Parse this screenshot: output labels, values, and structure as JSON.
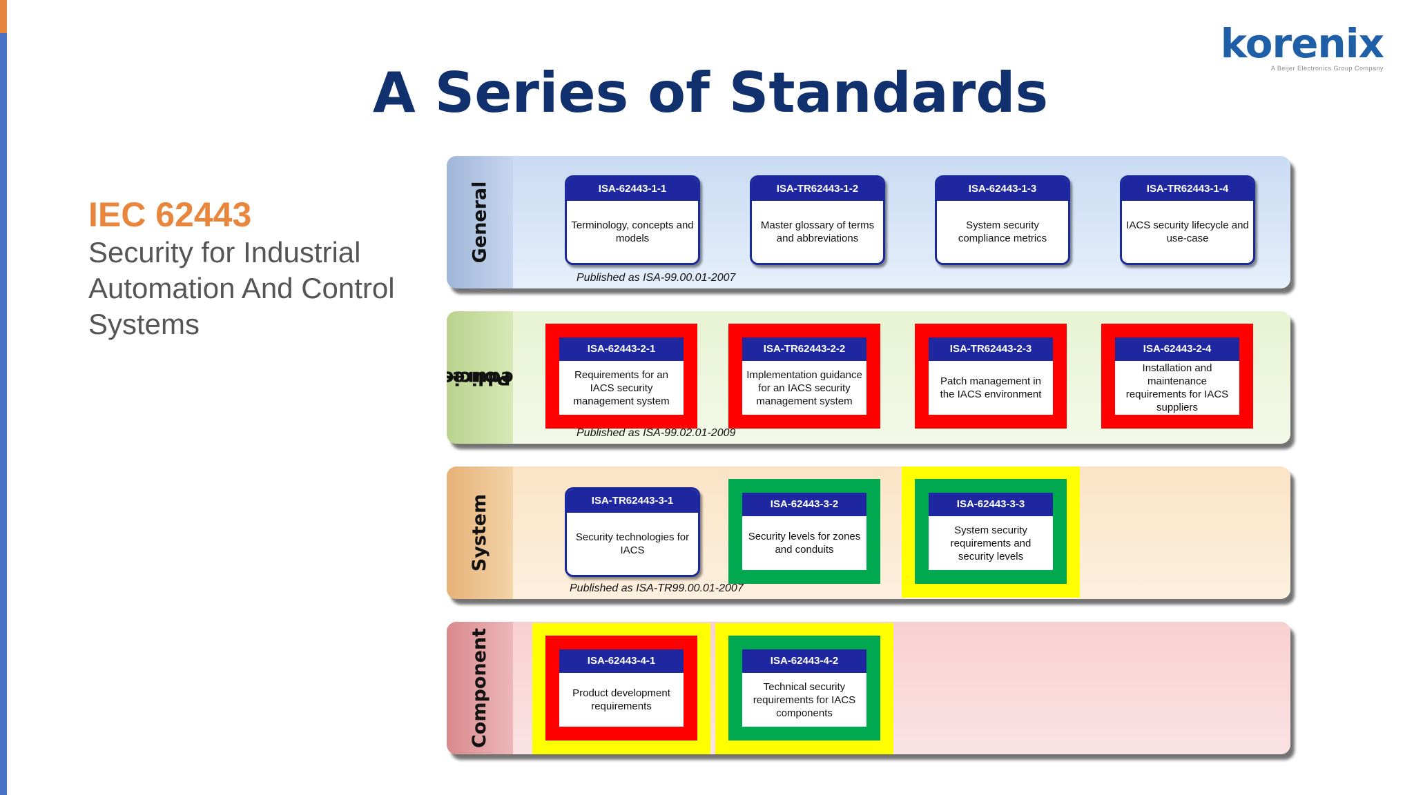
{
  "logo": {
    "name": "korenix",
    "tagline": "A Beijer Electronics Group Company"
  },
  "title": "A Series of Standards",
  "sidebar": {
    "heading": "IEC 62443",
    "subtitle": "Security for Industrial Automation And Control Systems"
  },
  "bands": {
    "general": {
      "label": "General",
      "published": "Published as ISA-99.00.01-2007",
      "cards": [
        {
          "code": "ISA-62443-1-1",
          "desc": "Terminology, concepts and models"
        },
        {
          "code": "ISA-TR62443-1-2",
          "desc": "Master glossary of terms and abbreviations"
        },
        {
          "code": "ISA-62443-1-3",
          "desc": "System security compliance metrics"
        },
        {
          "code": "ISA-TR62443-1-4",
          "desc": "IACS security lifecycle and use-case"
        }
      ]
    },
    "policies": {
      "label_line1": "Policies &",
      "label_line2": "procedures",
      "published": "Published as ISA-99.02.01-2009",
      "cards": [
        {
          "code": "ISA-62443-2-1",
          "desc": "Requirements for an IACS security management system"
        },
        {
          "code": "ISA-TR62443-2-2",
          "desc": "Implementation guidance for an IACS security management system"
        },
        {
          "code": "ISA-TR62443-2-3",
          "desc": "Patch management in the IACS environment"
        },
        {
          "code": "ISA-62443-2-4",
          "desc": "Installation and maintenance requirements for IACS suppliers"
        }
      ]
    },
    "system": {
      "label": "System",
      "published": "Published as ISA-TR99.00.01-2007",
      "cards": [
        {
          "code": "ISA-TR62443-3-1",
          "desc": "Security technologies for IACS"
        },
        {
          "code": "ISA-62443-3-2",
          "desc": "Security levels for zones and conduits"
        },
        {
          "code": "ISA-62443-3-3",
          "desc": "System security requirements and security levels"
        }
      ]
    },
    "component": {
      "label": "Component",
      "cards": [
        {
          "code": "ISA-62443-4-1",
          "desc": "Product development requirements"
        },
        {
          "code": "ISA-62443-4-2",
          "desc": "Technical security requirements for IACS components"
        }
      ]
    }
  },
  "colors": {
    "title": "#10306e",
    "heading": "#e7863c",
    "card_header": "#1e27a0",
    "highlight_red": "#ff0000",
    "highlight_green": "#00a84f",
    "highlight_yellow": "#ffff00"
  }
}
